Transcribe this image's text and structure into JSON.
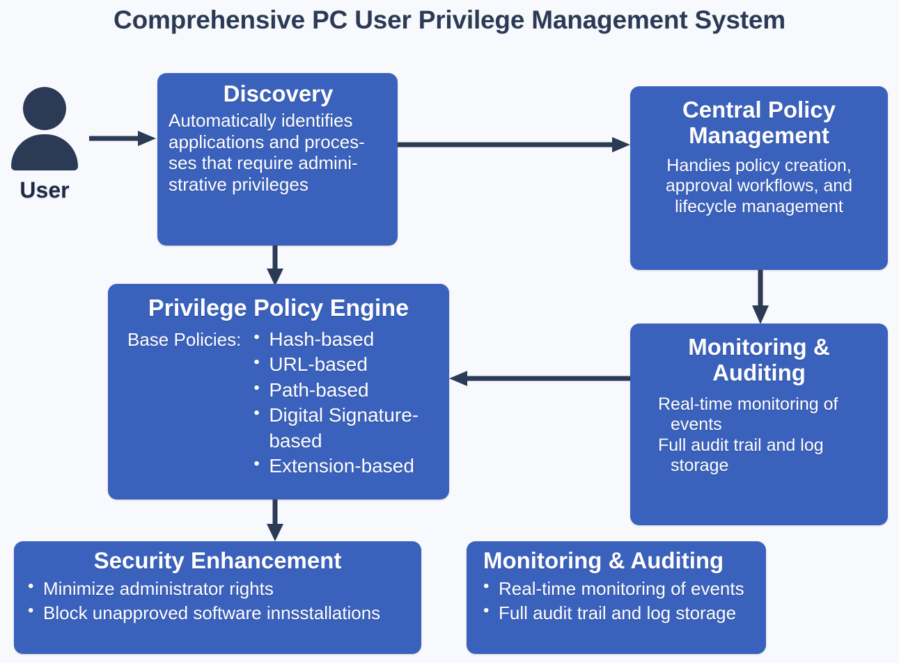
{
  "title": "Comprehensive PC User Privilege Management System",
  "colors": {
    "background": "#f8f9fc",
    "node_fill": "#3a61bc",
    "node_text": "#ffffff",
    "title_text": "#2b3a55",
    "arrow": "#2b3a55",
    "actor": "#2b3a55"
  },
  "actor": {
    "icon": "user-icon",
    "label": "User"
  },
  "nodes": {
    "discovery": {
      "title": "Discovery",
      "body_lines": [
        "Automatically identifies",
        "applications and proces-",
        "ses that require admini-",
        "strative privileges"
      ]
    },
    "central_policy": {
      "title_lines": [
        "Central Policy",
        "Management"
      ],
      "body_lines": [
        "Handies policy creation,",
        "approval workflows, and",
        "lifecycle management"
      ]
    },
    "policy_engine": {
      "title": "Privilege Policy Engine",
      "label": "Base Policies:",
      "items": [
        "Hash-based",
        "URL-based",
        "Path-based",
        "Digital Signature-based",
        "Extension-based"
      ]
    },
    "monitoring_auditing": {
      "title_lines": [
        "Monitoring",
        "& Auditing"
      ],
      "body_lines": [
        "Real-time monitoring of events",
        "Full audit trail and log storage"
      ]
    },
    "security_enhancement": {
      "title": "Security Enhancement",
      "items": [
        "Minimize administrator rights",
        "Block unapproved software innsstallations"
      ]
    },
    "monitoring_auditing_summary": {
      "title": "Monitoring & Auditing",
      "items": [
        "Real-time monitoring of events",
        "Full audit trail and log storage"
      ]
    }
  },
  "connectors": [
    {
      "name": "user-to-discovery",
      "from": "User",
      "to": "Discovery",
      "direction": "right"
    },
    {
      "name": "discovery-to-central-policy",
      "from": "Discovery",
      "to": "Central Policy Management",
      "direction": "right"
    },
    {
      "name": "discovery-to-policy-engine",
      "from": "Discovery",
      "to": "Privilege Policy Engine",
      "direction": "down"
    },
    {
      "name": "central-policy-to-monitoring",
      "from": "Central Policy Management",
      "to": "Monitoring & Auditing",
      "direction": "down"
    },
    {
      "name": "monitoring-to-policy-engine",
      "from": "Monitoring & Auditing",
      "to": "Privilege Policy Engine",
      "direction": "left"
    },
    {
      "name": "policy-engine-to-security",
      "from": "Privilege Policy Engine",
      "to": "Security Enhancement",
      "direction": "down"
    }
  ]
}
